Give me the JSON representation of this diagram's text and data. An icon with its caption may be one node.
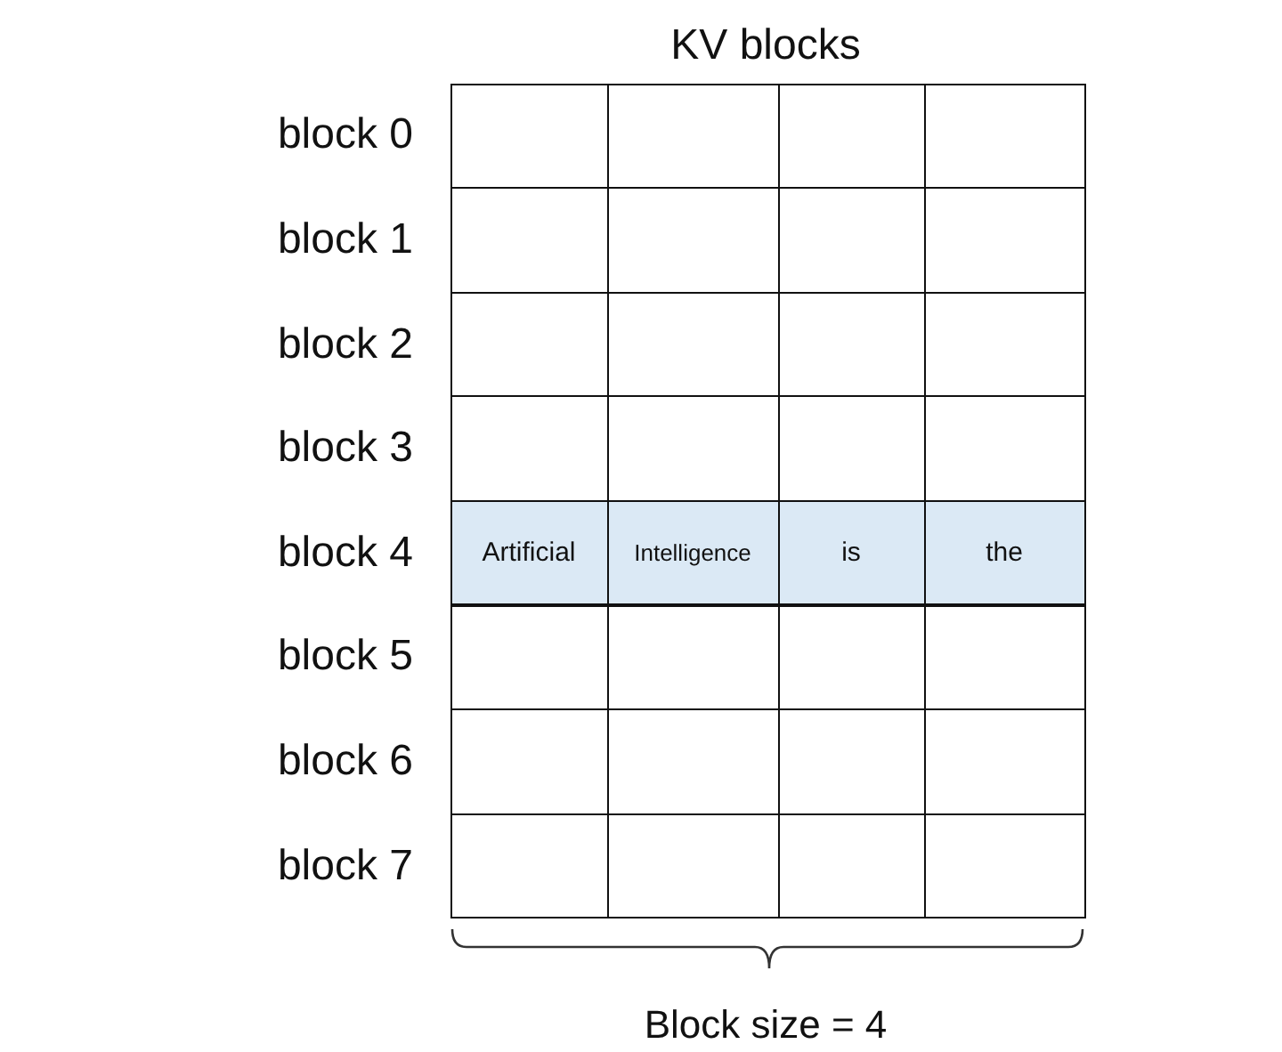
{
  "diagram": {
    "title": "KV blocks",
    "labels": [
      "block 0",
      "block 1",
      "block 2",
      "block 3",
      "block 4",
      "Artificial",
      "Intelligence",
      "is",
      "the",
      "block 5",
      "block 6",
      "block 7",
      "Block size = 4"
    ]
  }
}
